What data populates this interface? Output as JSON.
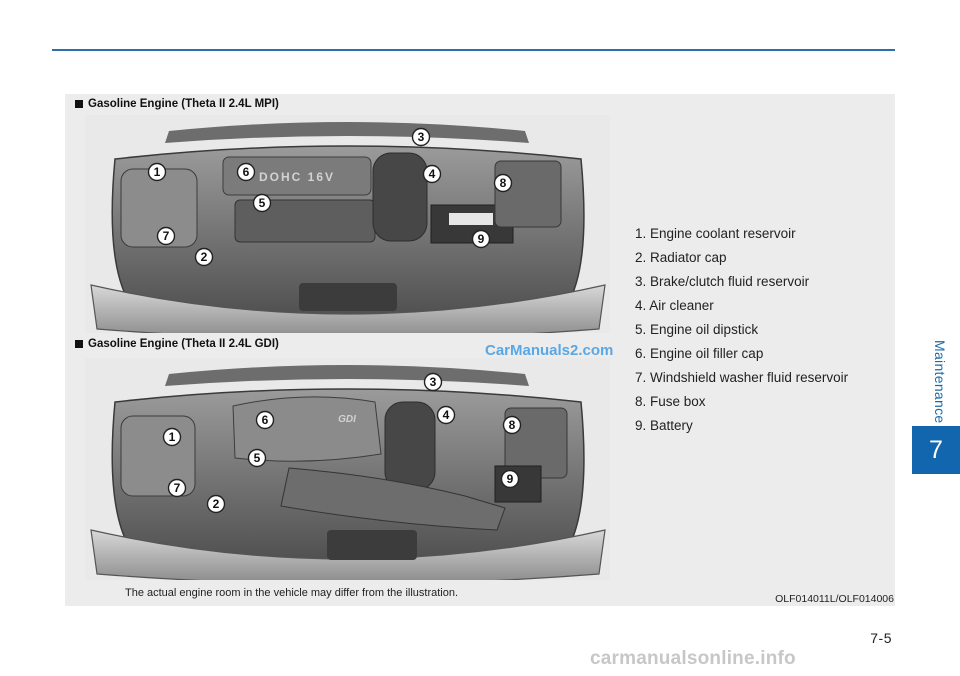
{
  "section": {
    "side_label": "Maintenance",
    "chapter_number": "7",
    "page_number": "7-5"
  },
  "figures": [
    {
      "title": "Gasoline Engine (Theta II 2.4L MPI)",
      "engine_text": "DOHC 16V"
    },
    {
      "title": "Gasoline Engine (Theta II 2.4L GDI)",
      "engine_text": "GDI"
    }
  ],
  "callouts": [
    "1",
    "2",
    "3",
    "4",
    "5",
    "6",
    "7",
    "8",
    "9"
  ],
  "legend": [
    "1. Engine coolant reservoir",
    "2. Radiator cap",
    "3. Brake/clutch fluid reservoir",
    "4. Air cleaner",
    "5. Engine oil dipstick",
    "6. Engine oil filler cap",
    "7. Windshield washer fluid reservoir",
    "8. Fuse box",
    "9. Battery"
  ],
  "footnote": "The actual engine room in the vehicle may differ from the illustration.",
  "figure_code": "OLF014011L/OLF014006",
  "watermark": "CarManuals2.com",
  "footer_brand": "carmanualsonline.info",
  "colors": {
    "accent_blue": "#1266ad",
    "watermark_blue": "#5aa7e6"
  }
}
